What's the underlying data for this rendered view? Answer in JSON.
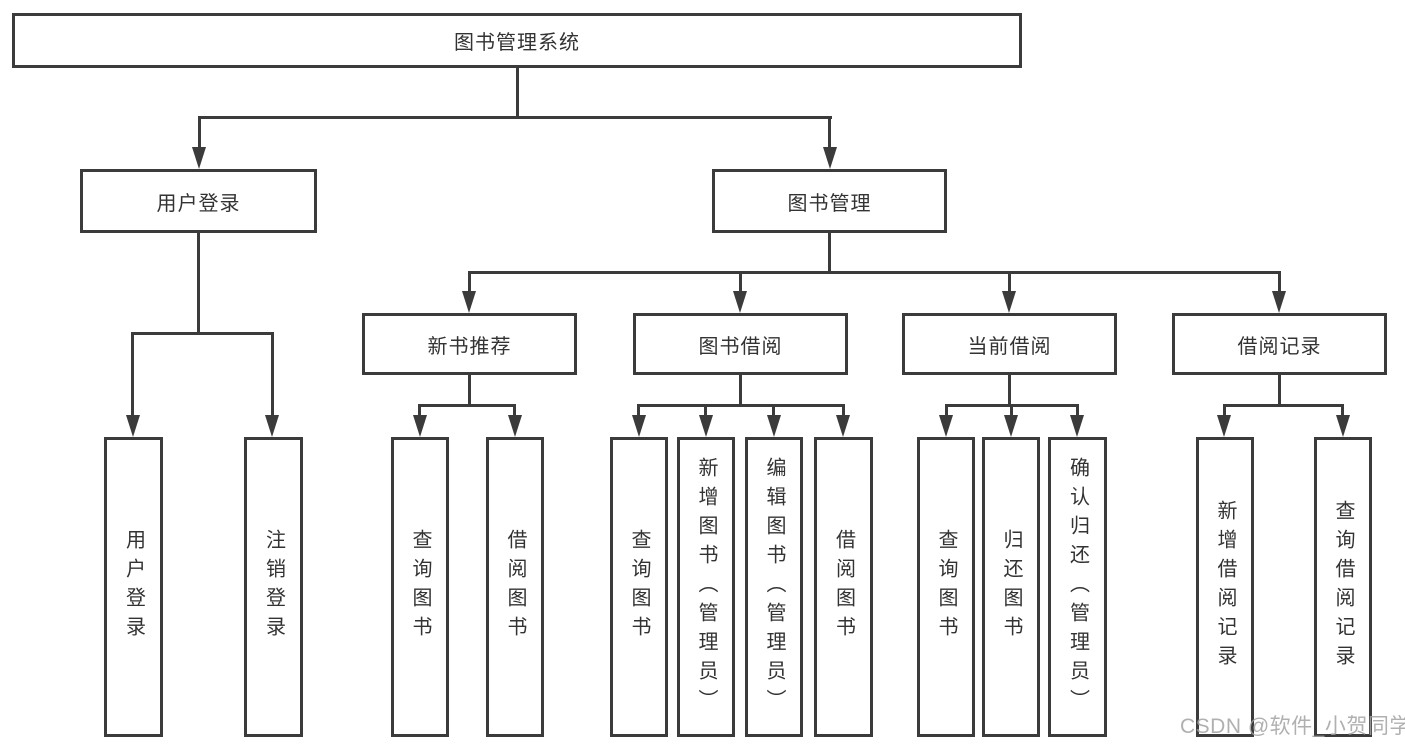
{
  "diagram_title": "图书管理系统",
  "nodes": {
    "root": {
      "label": "图书管理系统"
    },
    "level2": {
      "user_login": {
        "label": "用户登录"
      },
      "book_mgmt": {
        "label": "图书管理"
      }
    },
    "level3": {
      "new_book_rec": {
        "label": "新书推荐"
      },
      "book_borrow": {
        "label": "图书借阅"
      },
      "current_borrow": {
        "label": "当前借阅"
      },
      "borrow_record": {
        "label": "借阅记录"
      }
    },
    "leaves": {
      "user_login_leaf": {
        "label": "用户登录"
      },
      "logout": {
        "label": "注销登录"
      },
      "rec_query_book": {
        "label": "查询图书"
      },
      "rec_borrow_book": {
        "label": "借阅图书"
      },
      "bb_query_book": {
        "label": "查询图书"
      },
      "bb_add_book": {
        "label": "新增图书（管理员）"
      },
      "bb_edit_book": {
        "label": "编辑图书（管理员）"
      },
      "bb_borrow_book": {
        "label": "借阅图书"
      },
      "cb_query_book": {
        "label": "查询图书"
      },
      "cb_return_book": {
        "label": "归还图书"
      },
      "cb_confirm_return": {
        "label": "确认归还（管理员）"
      },
      "br_add_record": {
        "label": "新增借阅记录"
      },
      "br_query_record": {
        "label": "查询借阅记录"
      }
    }
  },
  "watermark": {
    "text": "CSDN @软件_小贺同学"
  },
  "colors": {
    "line": "#3b3b3b",
    "text": "#333333",
    "box_background": "#ffffff",
    "watermark": "#a2a2a2",
    "page_background": "#ffffff"
  }
}
